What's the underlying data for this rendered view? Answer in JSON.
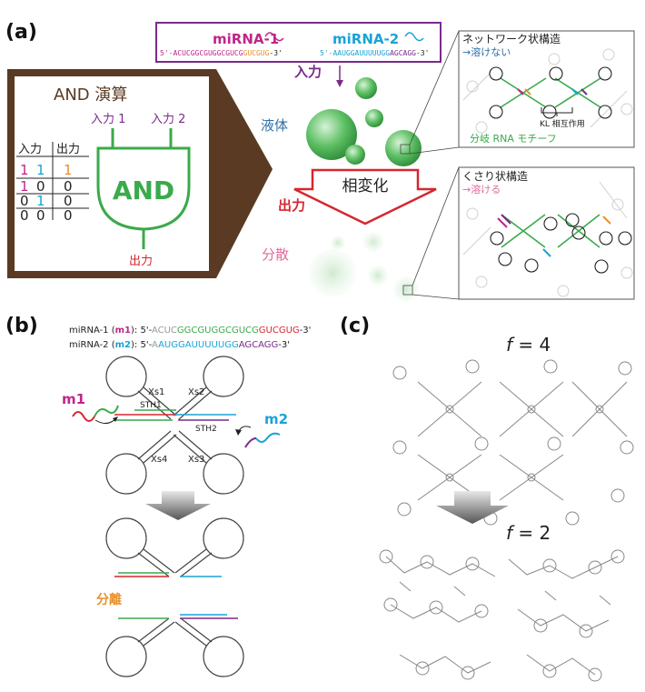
{
  "panel_a": {
    "label": "(a)",
    "mirna1_name": "miRNA-1",
    "mirna1_seq_a": "5'-ACUCGGCGUGGCGUCG",
    "mirna1_seq_b": "GUCGUG",
    "mirna1_seq_c": "-3'",
    "mirna2_name": "miRNA-2",
    "mirna2_seq_a": "5'-AAUGGAUUUUUGG",
    "mirna2_seq_b": "AGCAGG",
    "mirna2_seq_c": "-3'",
    "input_label": "入力",
    "and_title": "AND 演算",
    "and_in1": "入力 1",
    "and_in2": "入力 2",
    "and_gate": "AND",
    "and_out": "出力",
    "truth_header_in": "入力",
    "truth_header_out": "出力",
    "truth_rows": [
      [
        "1",
        "1",
        "1"
      ],
      [
        "1",
        "0",
        "0"
      ],
      [
        "0",
        "1",
        "0"
      ],
      [
        "0",
        "0",
        "0"
      ]
    ],
    "liquid_label": "液体",
    "phase_change": "相変化",
    "output_label": "出力",
    "dispersed_label": "分散",
    "network_title": "ネットワーク状構造",
    "network_sub": "→溶けない",
    "kl_label": "KL 相互作用",
    "branch_label": "分岐 RNA モチーフ",
    "chain_title": "くさり状構造",
    "chain_sub": "→溶ける"
  },
  "panel_b": {
    "label": "(b)",
    "seq1_prefix": "miRNA-1 (",
    "seq1_code": "m1",
    "seq1_mid": "): 5'-",
    "seq1_a": "ACUC",
    "seq1_b": "GGCGUGGCGUCG",
    "seq1_c": "GUCGUG",
    "seq1_end": "-3'",
    "seq2_prefix": "miRNA-2 (",
    "seq2_code": "m2",
    "seq2_mid": "): 5'-",
    "seq2_a": "A",
    "seq2_b": "AUGGAUUUUUGG",
    "seq2_c": "AGCAGG",
    "seq2_end": "-3'",
    "xs1": "Xs1",
    "xs2": "Xs2",
    "xs3": "Xs3",
    "xs4": "Xs4",
    "sth1": "STH1",
    "sth2": "STH2",
    "m1": "m1",
    "m2": "m2",
    "separation": "分離"
  },
  "panel_c": {
    "label": "(c)",
    "f_sym": "f",
    "f4_val": " = 4",
    "f2_val": " = 2"
  },
  "colors": {
    "purple": "#7a2a8c",
    "magenta": "#c0268a",
    "cyan": "#1aa3d6",
    "orange": "#e8902a",
    "green": "#3aaa4a",
    "red": "#d6262e",
    "brown": "#5a3a22",
    "blue_text": "#2f6ea8",
    "pink_text": "#e06a9a"
  }
}
